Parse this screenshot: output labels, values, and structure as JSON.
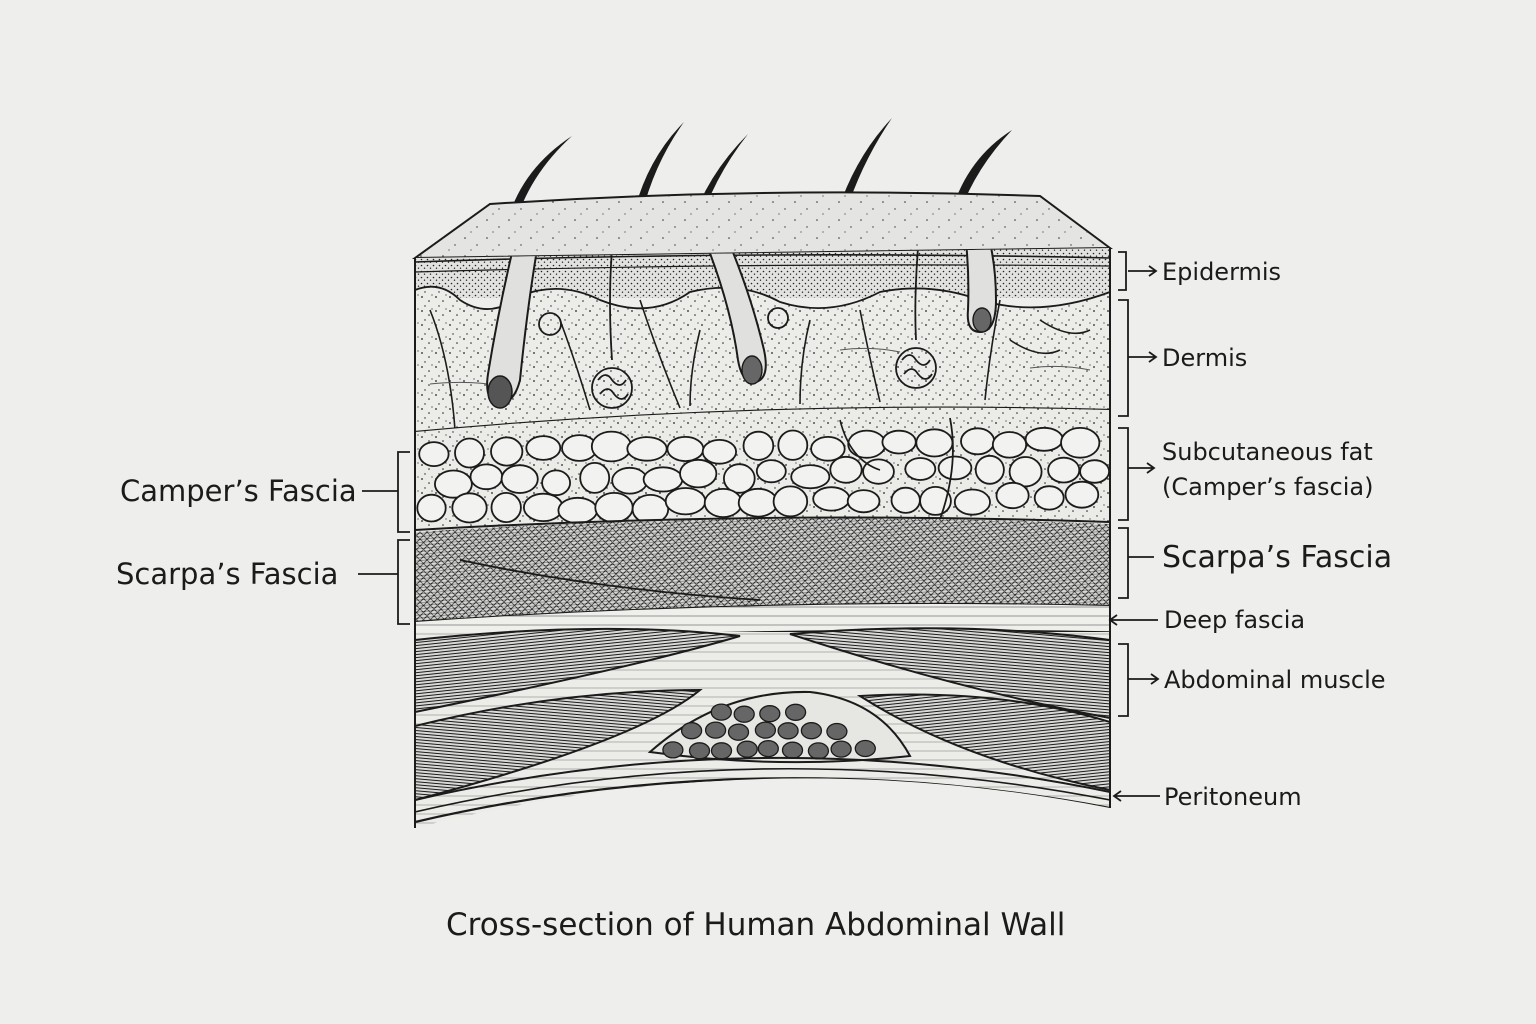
{
  "colors": {
    "paper": "#eeeeec",
    "ink": "#1b1b1b",
    "dense": "#3a3a3a"
  },
  "labels_right": {
    "epidermis": "Epidermis",
    "dermis": "Dermis",
    "subcutaneous_line1": "Subcutaneous fat",
    "subcutaneous_line2": "(Camper’s fascia)",
    "scarpas": "Scarpa’s Fascia",
    "deep_fascia": "Deep fascia",
    "abdominal_muscle": "Abdominal muscle",
    "peritoneum": "Peritoneum"
  },
  "labels_left": {
    "campers": "Camper’s Fascia",
    "scarpas": "Scarpa’s Fascia"
  },
  "caption": "Cross-section of Human Abdominal Wall"
}
